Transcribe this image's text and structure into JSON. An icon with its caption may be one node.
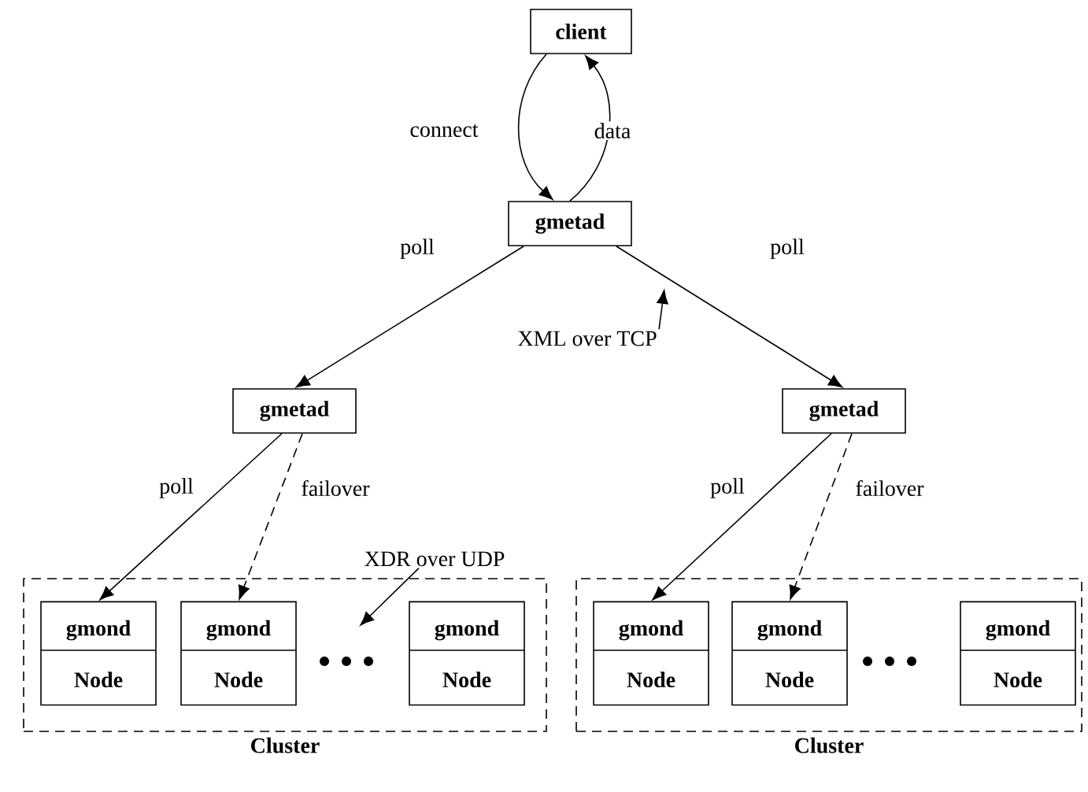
{
  "diagram": {
    "nodes": [
      {
        "text": [
          "client"
        ]
      },
      {
        "text": [
          "gmetad"
        ]
      },
      {
        "text": [
          "gmetad"
        ]
      },
      {
        "text": [
          "gmetad"
        ]
      },
      {
        "text": [
          "Cluster"
        ]
      },
      {
        "text": [
          "gmond",
          "Node"
        ],
        "in": 4
      },
      {
        "text": [
          "gmond",
          "Node"
        ],
        "in": 4
      },
      {
        "text": [
          "gmond",
          "Node"
        ],
        "in": 4
      },
      {
        "text": [
          "Cluster"
        ]
      },
      {
        "text": [
          "gmond",
          "Node"
        ],
        "in": 8
      },
      {
        "text": [
          "gmond",
          "Node"
        ],
        "in": 8
      },
      {
        "text": [
          "gmond",
          "Node"
        ],
        "in": 8
      },
      {
        "text": [
          "XML over TCP"
        ]
      },
      {
        "text": [
          "XDR over UDP"
        ]
      }
    ],
    "edges": [
      {
        "from": 0,
        "to": 1,
        "arrow": "to",
        "label": "connect"
      },
      {
        "from": 1,
        "to": 0,
        "arrow": "to",
        "label": "data"
      },
      {
        "from": 1,
        "to": 2,
        "arrow": "to",
        "label": "poll"
      },
      {
        "from": 1,
        "to": 3,
        "arrow": "to",
        "label": "poll"
      },
      {
        "from": 2,
        "to": 5,
        "arrow": "to",
        "label": "poll"
      },
      {
        "from": 2,
        "to": 6,
        "arrow": "to",
        "label": "failover",
        "style": "dashed"
      },
      {
        "from": 3,
        "to": 9,
        "arrow": "to",
        "label": "poll"
      },
      {
        "from": 3,
        "to": 10,
        "arrow": "to",
        "label": "failover",
        "style": "dashed"
      },
      {
        "from": 12,
        "to": null,
        "arrow": "to"
      },
      {
        "from": 13,
        "to": null,
        "arrow": "to"
      }
    ]
  }
}
